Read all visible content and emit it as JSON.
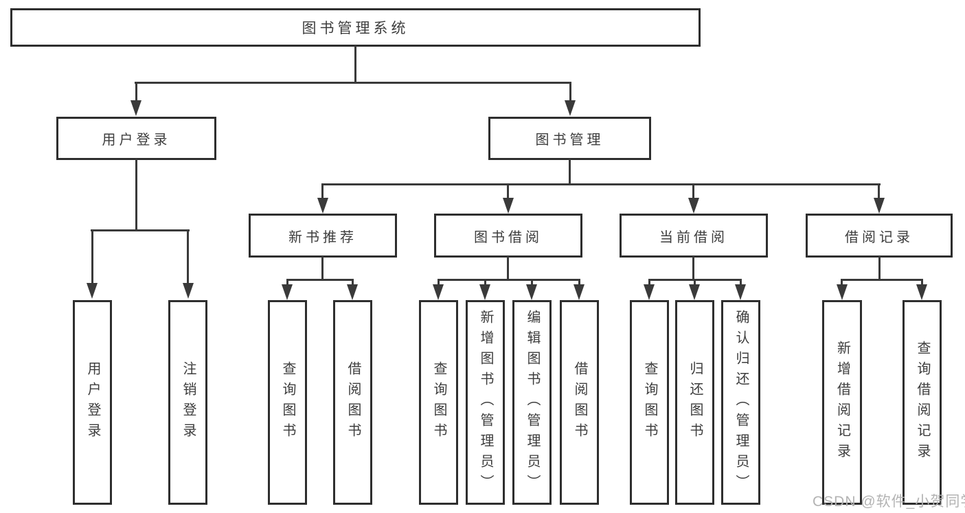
{
  "colors": {
    "line": "#3a3a3a",
    "border": "#2e2e2e",
    "text": "#3d3d3d",
    "watermark": "#b3b3b3"
  },
  "diagram": {
    "root": {
      "label": "图书管理系统"
    },
    "level2": {
      "user_login": {
        "label": "用户登录"
      },
      "book_mgmt": {
        "label": "图书管理"
      }
    },
    "level3": {
      "new_book_rec": {
        "label": "新书推荐"
      },
      "book_borrow": {
        "label": "图书借阅"
      },
      "current_borrow": {
        "label": "当前借阅"
      },
      "borrow_record": {
        "label": "借阅记录"
      }
    },
    "leaves": {
      "login_1": {
        "label": "用户登录"
      },
      "login_2": {
        "label": "注销登录"
      },
      "rec_1": {
        "label": "查询图书"
      },
      "rec_2": {
        "label": "借阅图书"
      },
      "borrow_1": {
        "label": "查询图书"
      },
      "borrow_2": {
        "label": "新增图书（管理员）"
      },
      "borrow_3": {
        "label": "编辑图书（管理员）"
      },
      "borrow_4": {
        "label": "借阅图书"
      },
      "current_1": {
        "label": "查询图书"
      },
      "current_2": {
        "label": "归还图书"
      },
      "current_3": {
        "label": "确认归还（管理员）"
      },
      "record_1": {
        "label": "新增借阅记录"
      },
      "record_2": {
        "label": "查询借阅记录"
      }
    }
  },
  "watermark": {
    "text": "CSDN @软件_小贺同学"
  }
}
